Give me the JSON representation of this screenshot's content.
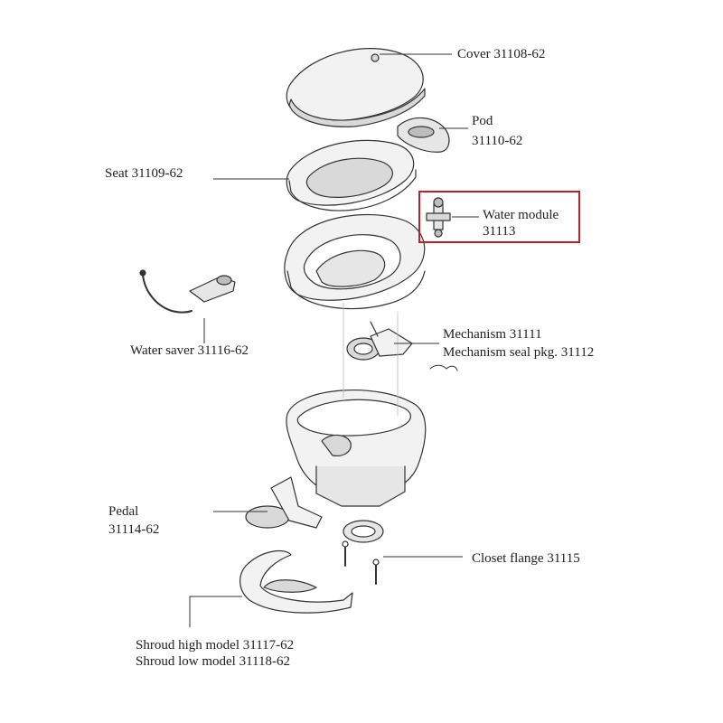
{
  "labels": {
    "cover": "Cover 31108-62",
    "pod_line1": "Pod",
    "pod_line2": "31110-62",
    "seat": "Seat 31109-62",
    "water_module_line1": "Water module",
    "water_module_line2": "31113",
    "water_saver": "Water saver 31116-62",
    "mechanism": "Mechanism 31111",
    "mechanism_seal": "Mechanism seal pkg. 31112",
    "pedal_line1": "Pedal",
    "pedal_line2": "31114-62",
    "closet_flange": "Closet flange 31115",
    "shroud_high": "Shroud high model 31117-62",
    "shroud_low": "Shroud low model 31118-62"
  },
  "colors": {
    "highlight": "#c0202a",
    "line": "#333333",
    "part_fill": "#f2f2f2",
    "part_shade": "#d9d9d9"
  }
}
